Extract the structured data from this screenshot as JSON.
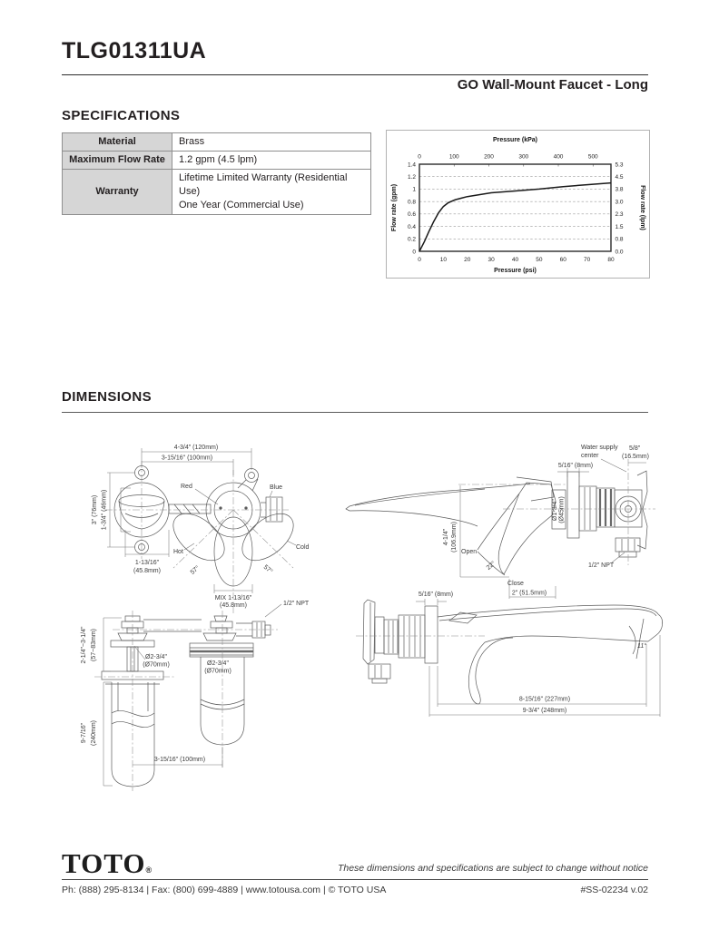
{
  "page": {
    "title": "TLG01311UA",
    "subtitle": "GO Wall-Mount Faucet - Long"
  },
  "specifications": {
    "heading": "SPECIFICATIONS",
    "rows": [
      {
        "label": "Material",
        "value": "Brass"
      },
      {
        "label": "Maximum Flow Rate",
        "value": "1.2 gpm (4.5 lpm)"
      },
      {
        "label": "Warranty",
        "value": "Lifetime Limited Warranty (Residential Use)\nOne Year (Commercial Use)"
      }
    ]
  },
  "chart_data": {
    "type": "line",
    "top_axis_label": "Pressure (kPa)",
    "bottom_axis_label": "Pressure (psi)",
    "left_axis_label": "Flow rate (gpm)",
    "right_axis_label": "Flow rate (lpm)",
    "x_psi": [
      0,
      2,
      4,
      6,
      8,
      10,
      12,
      15,
      20,
      25,
      30,
      40,
      50,
      60,
      70,
      80
    ],
    "y_gpm": [
      0,
      0.15,
      0.32,
      0.48,
      0.62,
      0.72,
      0.78,
      0.83,
      0.88,
      0.91,
      0.94,
      0.97,
      1.0,
      1.04,
      1.07,
      1.1
    ],
    "xlim": [
      0,
      80
    ],
    "ylim": [
      0,
      1.4
    ],
    "x_ticks_psi": [
      0,
      10,
      20,
      30,
      40,
      50,
      60,
      70,
      80
    ],
    "top_ticks_kpa": [
      0,
      100,
      200,
      300,
      400,
      500
    ],
    "left_ticks_gpm": [
      "0",
      "0.2",
      "0.4",
      "0.6",
      "0.8",
      "1",
      "1.2",
      "1.4"
    ],
    "right_ticks_lpm": [
      "0.0",
      "0.8",
      "1.5",
      "2.3",
      "3.0",
      "3.8",
      "4.5",
      "5.3"
    ],
    "kpa_per_psi": 6.8948,
    "grid": "horizontal-dashed",
    "line_color": "#1a1a1a"
  },
  "dimensions": {
    "heading": "DIMENSIONS",
    "front_view": {
      "width_overall": "4-3/4\" (120mm)",
      "width_centers": "3-15/16\" (100mm)",
      "height_overall": "3\" (76mm)",
      "height_centers": "1-3/4\" (46mm)",
      "handle_width_in": "1-13/16\"",
      "handle_width_mm": "(45.8mm)",
      "red_label": "Red",
      "blue_label": "Blue",
      "hot_label": "Hot",
      "cold_label": "Cold",
      "angle_hot": "57°",
      "angle_cold": "57°",
      "mix_width_in": "MIX 1-13/16\"",
      "mix_width_mm": "(45.8mm)",
      "npt_label": "1/2\" NPT"
    },
    "handle_side_view": {
      "water_supply_line1": "Water supply",
      "water_supply_line2": "center",
      "supply_offset_in": "5/8\"",
      "supply_offset_mm": "(16.5mm)",
      "plate_thickness": "5/16\" (8mm)",
      "trim_diameter_in": "Ø1-3/4\"",
      "trim_diameter_mm": "(Ø45mm)",
      "handle_height_in": "4-1/4\"",
      "handle_height_mm": "(106.9mm)",
      "open_label": "Open",
      "open_angle": "22°",
      "close_label": "Close",
      "close_travel": "2\" (51.5mm)",
      "npt_label": "1/2\" NPT"
    },
    "valve_front_view": {
      "depth_range_in": "2-1/4\"~3-1/4\"",
      "depth_range_mm": "(57~83mm)",
      "escutcheon_dia_in": "Ø2-3/4\"",
      "escutcheon_dia_mm": "(Ø70mm)",
      "trim_dia_in": "Ø2-3/4\"",
      "trim_dia_mm": "(Ø70mm)",
      "spout_drop_in": "9-7/16\"",
      "spout_drop_mm": "(240mm)",
      "spread": "3-15/16\" (100mm)"
    },
    "spout_side_view": {
      "plate_thickness": "5/16\" (8mm)",
      "reach_in": "8-15/16\" (227mm)",
      "reach_overall": "9-3/4\" (248mm)",
      "tip_angle": "11°"
    }
  },
  "footer": {
    "logo_text": "TOTO",
    "logo_mark": "®",
    "disclaimer": "These dimensions and specifications are subject to change without notice",
    "contact_line": "Ph: (888) 295-8134 | Fax: (800) 699-4889 | www.totousa.com | © TOTO USA",
    "doc_number": "#SS-02234 v.02"
  }
}
